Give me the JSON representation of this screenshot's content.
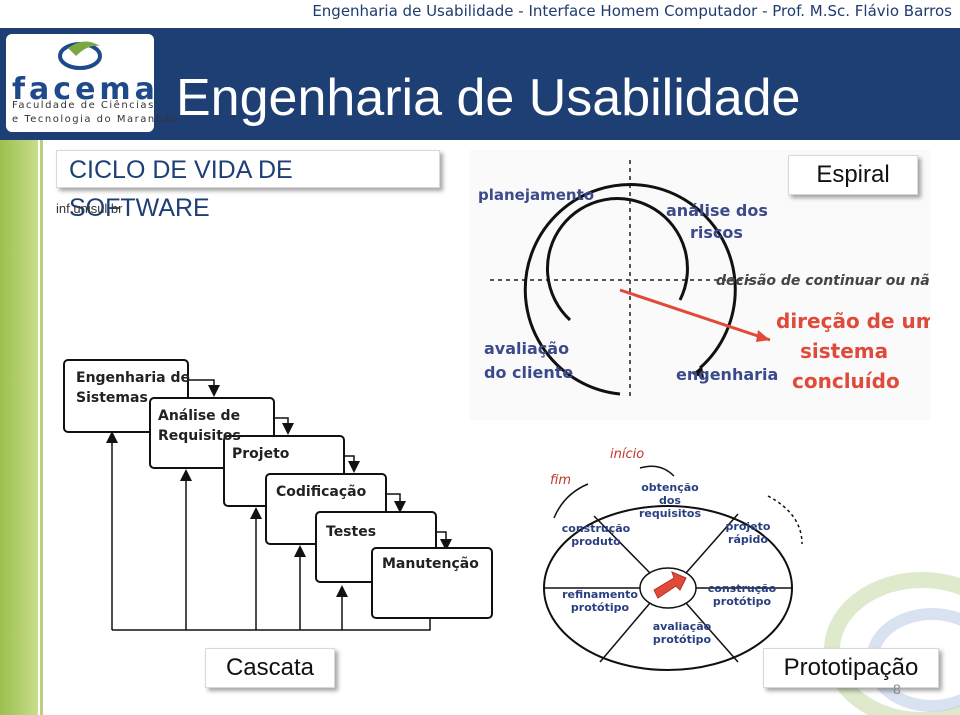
{
  "header": {
    "top_caption": "Engenharia  de Usabilidade - Interface Homem Computador - Prof. M.Sc. Flávio Barros",
    "title": "Engenharia de Usabilidade",
    "logo": {
      "word": "facema",
      "sub_line1": "Faculdade de Ciências",
      "sub_line2": "e Tecnologia do Maranhão"
    }
  },
  "slide": {
    "section_title": "CICLO DE VIDA DE SOFTWARE",
    "credit": "inf.unisul.br",
    "page_number": "8"
  },
  "spiral": {
    "caption": "Espiral",
    "labels": {
      "planning": "planejamento",
      "risk_line1": "análise dos",
      "risk_line2": "riscos",
      "decision": "decisão de continuar ou não",
      "direction_line1": "direção de um",
      "direction_line2": "sistema",
      "direction_line3": "concluído",
      "client_line1": "avaliação",
      "client_line2": "do cliente",
      "engineering": "engenharia"
    }
  },
  "waterfall": {
    "caption": "Cascata",
    "boxes": [
      [
        "Engenharia de",
        "Sistemas"
      ],
      [
        "Análise de",
        "Requisitos"
      ],
      [
        "Projeto"
      ],
      [
        "Codificação"
      ],
      [
        "Testes"
      ],
      [
        "Manutenção"
      ]
    ]
  },
  "prototyping": {
    "caption": "Prototipação",
    "start": "início",
    "end": "fim",
    "segments": {
      "s1": [
        "obtenção",
        "dos",
        "requisitos"
      ],
      "s2": [
        "projeto",
        "rápido"
      ],
      "s3": [
        "construção",
        "protótipo"
      ],
      "s4": [
        "avaliação",
        "protótipo"
      ],
      "s5": [
        "refinamento",
        "protótipo"
      ],
      "s6": [
        "construção",
        "produto"
      ]
    }
  },
  "colors": {
    "header_bg": "#1e3f74",
    "accent_red": "#e04a3a",
    "green": "#9bbf4e"
  }
}
